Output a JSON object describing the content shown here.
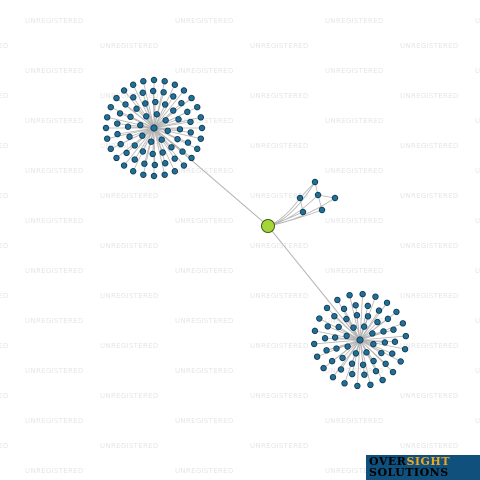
{
  "watermark": {
    "text": "UNREGISTERED"
  },
  "logo": {
    "word1": "OVER",
    "word2": "SIGHT",
    "line2": "SOLUTIONS"
  },
  "graph": {
    "colors": {
      "leaf": "#1f6f98",
      "center": "#a4d63a",
      "edge": "#b4b4b4"
    }
  }
}
